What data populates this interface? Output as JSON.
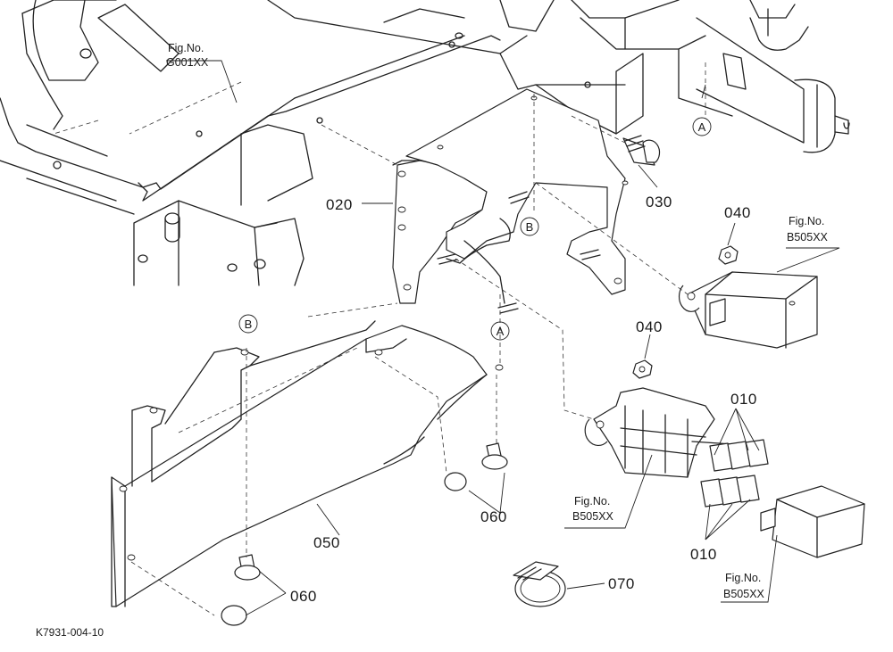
{
  "diagram_code": "K7931-004-10",
  "figure_refs": [
    {
      "line1": "Fig.No.",
      "line2": "G001XX"
    },
    {
      "line1": "Fig.No.",
      "line2": "B505XX"
    },
    {
      "line1": "Fig.No.",
      "line2": "B505XX"
    },
    {
      "line1": "Fig.No.",
      "line2": "B505XX"
    }
  ],
  "part_callouts": [
    "020",
    "030",
    "040",
    "040",
    "010",
    "010",
    "050",
    "060",
    "060",
    "070"
  ],
  "reference_marks": [
    "A",
    "A",
    "B",
    "B"
  ]
}
